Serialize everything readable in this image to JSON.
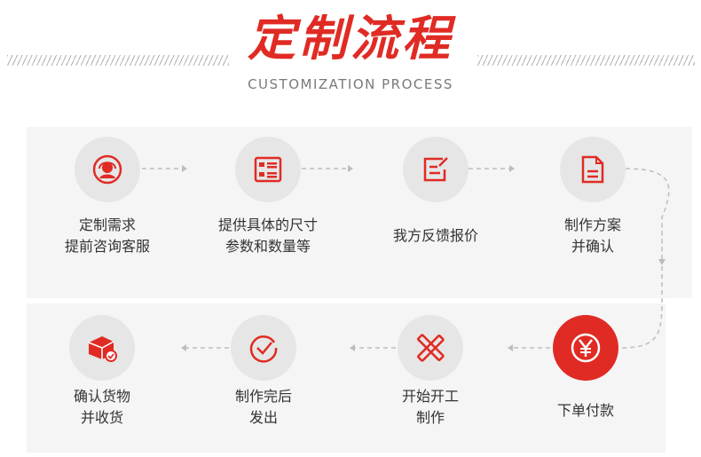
{
  "header": {
    "title": "定制流程",
    "subtitle": "CUSTOMIZATION PROCESS"
  },
  "colors": {
    "accent": "#e02b24",
    "circle_bg": "#e6e6e6",
    "band_bg": "#f5f5f5",
    "text": "#333333"
  },
  "steps": [
    {
      "icon": "headset-icon",
      "line1": "定制需求",
      "line2": "提前咨询客服"
    },
    {
      "icon": "list-icon",
      "line1": "提供具体的尺寸",
      "line2": "参数和数量等"
    },
    {
      "icon": "edit-note-icon",
      "line1": "我方反馈报价",
      "line2": ""
    },
    {
      "icon": "document-icon",
      "line1": "制作方案",
      "line2": "并确认"
    },
    {
      "icon": "yen-icon",
      "line1": "下单付款",
      "line2": ""
    },
    {
      "icon": "tools-icon",
      "line1": "开始开工",
      "line2": "制作"
    },
    {
      "icon": "check-circle-icon",
      "line1": "制作完后",
      "line2": "发出"
    },
    {
      "icon": "delivery-box-icon",
      "line1": "确认货物",
      "line2": "并收货"
    }
  ]
}
